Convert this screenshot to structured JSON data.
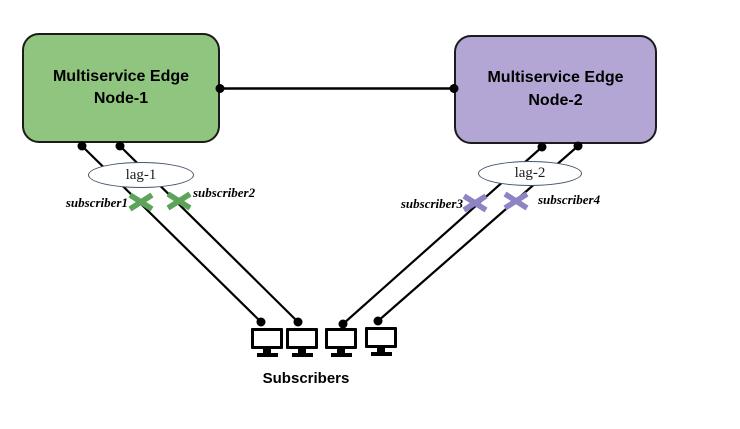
{
  "nodes": [
    {
      "line1": "Multiservice Edge",
      "line2": "Node-1",
      "fill": "#8FC57E"
    },
    {
      "line1": "Multiservice Edge",
      "line2": "Node-2",
      "fill": "#B3A6D5"
    }
  ],
  "lags": [
    {
      "label": "lag-1"
    },
    {
      "label": "lag-2"
    }
  ],
  "subscriber_links": [
    {
      "label": "subscriber1",
      "x_color": "#5CA45A"
    },
    {
      "label": "subscriber2",
      "x_color": "#5CA45A"
    },
    {
      "label": "subscriber3",
      "x_color": "#8E84C3"
    },
    {
      "label": "subscriber4",
      "x_color": "#8E84C3"
    }
  ],
  "caption": "Subscribers",
  "monitor_count": 4,
  "colors": {
    "node1_fill": "#8FC57E",
    "node2_fill": "#B3A6D5",
    "node_border": "#1b1b1b",
    "link_line": "#000000",
    "lag_ellipse_stroke": "#44546A",
    "connection_dot": "#000000"
  }
}
